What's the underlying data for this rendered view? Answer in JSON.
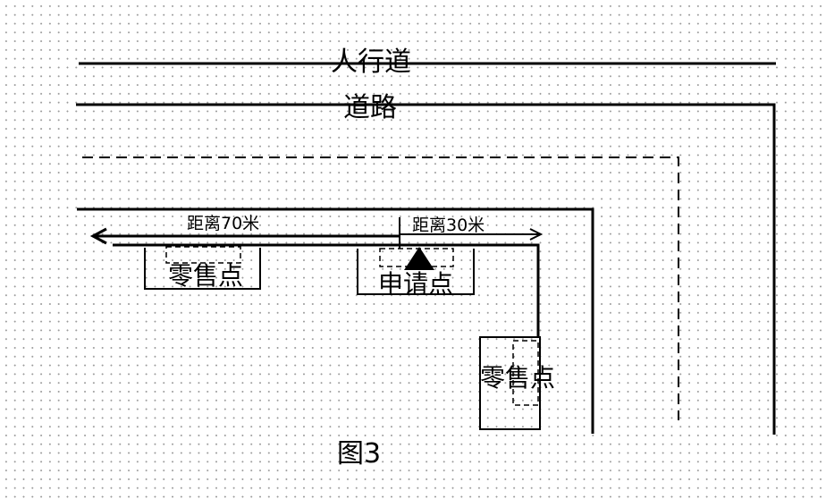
{
  "labels": {
    "sidewalk": "人行道",
    "road": "道路",
    "distance_left": "距离70米",
    "distance_right": "距离30米",
    "retail_left": "零售点",
    "applicant": "申请点",
    "retail_bottom": "零售点",
    "figure": "图3"
  },
  "colors": {
    "line": "#000000",
    "grid_dot": "#9a9a9a",
    "background": "#ffffff"
  },
  "icons": {
    "applicant_marker": "triangle-up-icon",
    "distance_left_arrow": "arrow-left-icon",
    "distance_right_arrow": "arrow-right-icon"
  }
}
